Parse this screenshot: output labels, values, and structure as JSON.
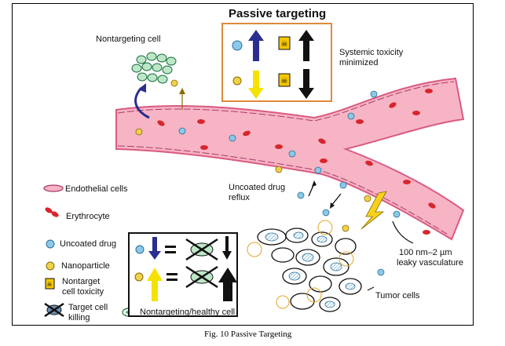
{
  "figure": {
    "title": "Passive targeting",
    "caption": "Fig. 10 Passive Targeting",
    "colors": {
      "vessel": "#f7b4c4",
      "vessel_edge": "#d95b80",
      "erythrocyte": "#d7262d",
      "drug": "#8cc8e8",
      "nanoparticle": "#f0d24a",
      "box_orange": "#e0893a",
      "arrow_up_blue": "#2b2e8f",
      "arrow_yellow": "#f4e200",
      "arrow_black": "#111111",
      "lightning": "#f6d21e"
    },
    "labels": {
      "nontargeting_cell": "Nontargeting cell",
      "systemic_toxicity": "Systemic toxicity",
      "minimized": "minimized",
      "uncoated_drug_reflux_1": "Uncoated drug",
      "uncoated_drug_reflux_2": "reflux",
      "leaky_1": "100 nm–2 µm",
      "leaky_2": "leaky vasculature",
      "tumor_cells": "Tumor cells"
    },
    "legend": [
      {
        "icon": "endothelial-cell-icon",
        "text": "Endothelial cells"
      },
      {
        "icon": "erythrocyte-icon",
        "text": "Erythrocyte"
      },
      {
        "icon": "uncoated-drug-icon",
        "text": "Uncoated drug"
      },
      {
        "icon": "nanoparticle-icon",
        "text": "Nanoparticle"
      },
      {
        "icon": "skull-icon",
        "text": "Nontarget",
        "text2": "cell toxicity"
      },
      {
        "icon": "target-kill-icon",
        "text": "Target cell",
        "text2": "killing"
      },
      {
        "icon": "healthy-cell-icon",
        "text": "Nontargeting/healthy cell"
      }
    ]
  }
}
